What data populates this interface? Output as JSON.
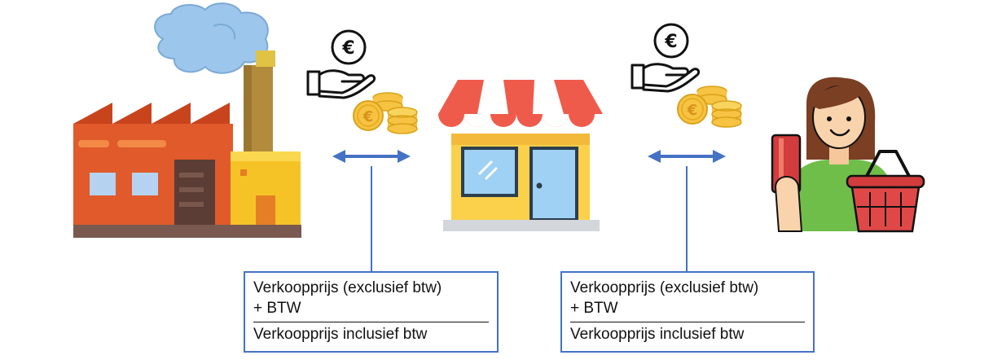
{
  "actors": {
    "producer_icon": "factory-icon",
    "retailer_icon": "shop-icon",
    "consumer_icon": "shopper-icon"
  },
  "money": {
    "symbol": "€",
    "payment_icon": "hand-coin-icon",
    "coins_icon": "coin-stack-icon"
  },
  "boxes": [
    {
      "line1": "Verkoopprijs (exclusief btw)",
      "line2": "+ BTW",
      "line3": "Verkoopprijs inclusief btw"
    },
    {
      "line1": "Verkoopprijs (exclusief btw)",
      "line2": "+ BTW",
      "line3": "Verkoopprijs inclusief btw"
    }
  ],
  "colors": {
    "connector": "#4472c4",
    "box_border": "#4472c4",
    "coin": "#f6c342",
    "factory": "#e05a2b",
    "shop_awning_red": "#ef5b4b",
    "shop_wall": "#fbd04b"
  }
}
